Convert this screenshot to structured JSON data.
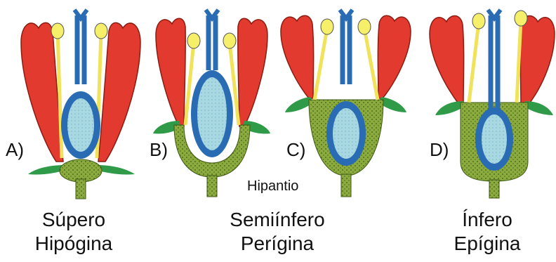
{
  "flowers": [
    {
      "letter": "A)",
      "title": "Súpero",
      "subtitle": "Hipógina"
    },
    {
      "letter": "B)",
      "title": "",
      "subtitle": ""
    },
    {
      "letter": "C)",
      "title": "Semiínfero",
      "subtitle": "Perígina"
    },
    {
      "letter": "D)",
      "title": "Ínfero",
      "subtitle": "Epígina"
    }
  ],
  "hypanthium_label": "Hipantio",
  "colors": {
    "petal": "#e23a2e",
    "petal_outline": "#8a1c12",
    "sepal": "#2f9a48",
    "receptacle": "#8bab3f",
    "receptacle_dots": "#3e5a14",
    "pistil": "#2a6cb3",
    "ovary_fill": "#a8d9e3",
    "stamen": "#f0e25a",
    "anther": "#f5ef6a"
  }
}
